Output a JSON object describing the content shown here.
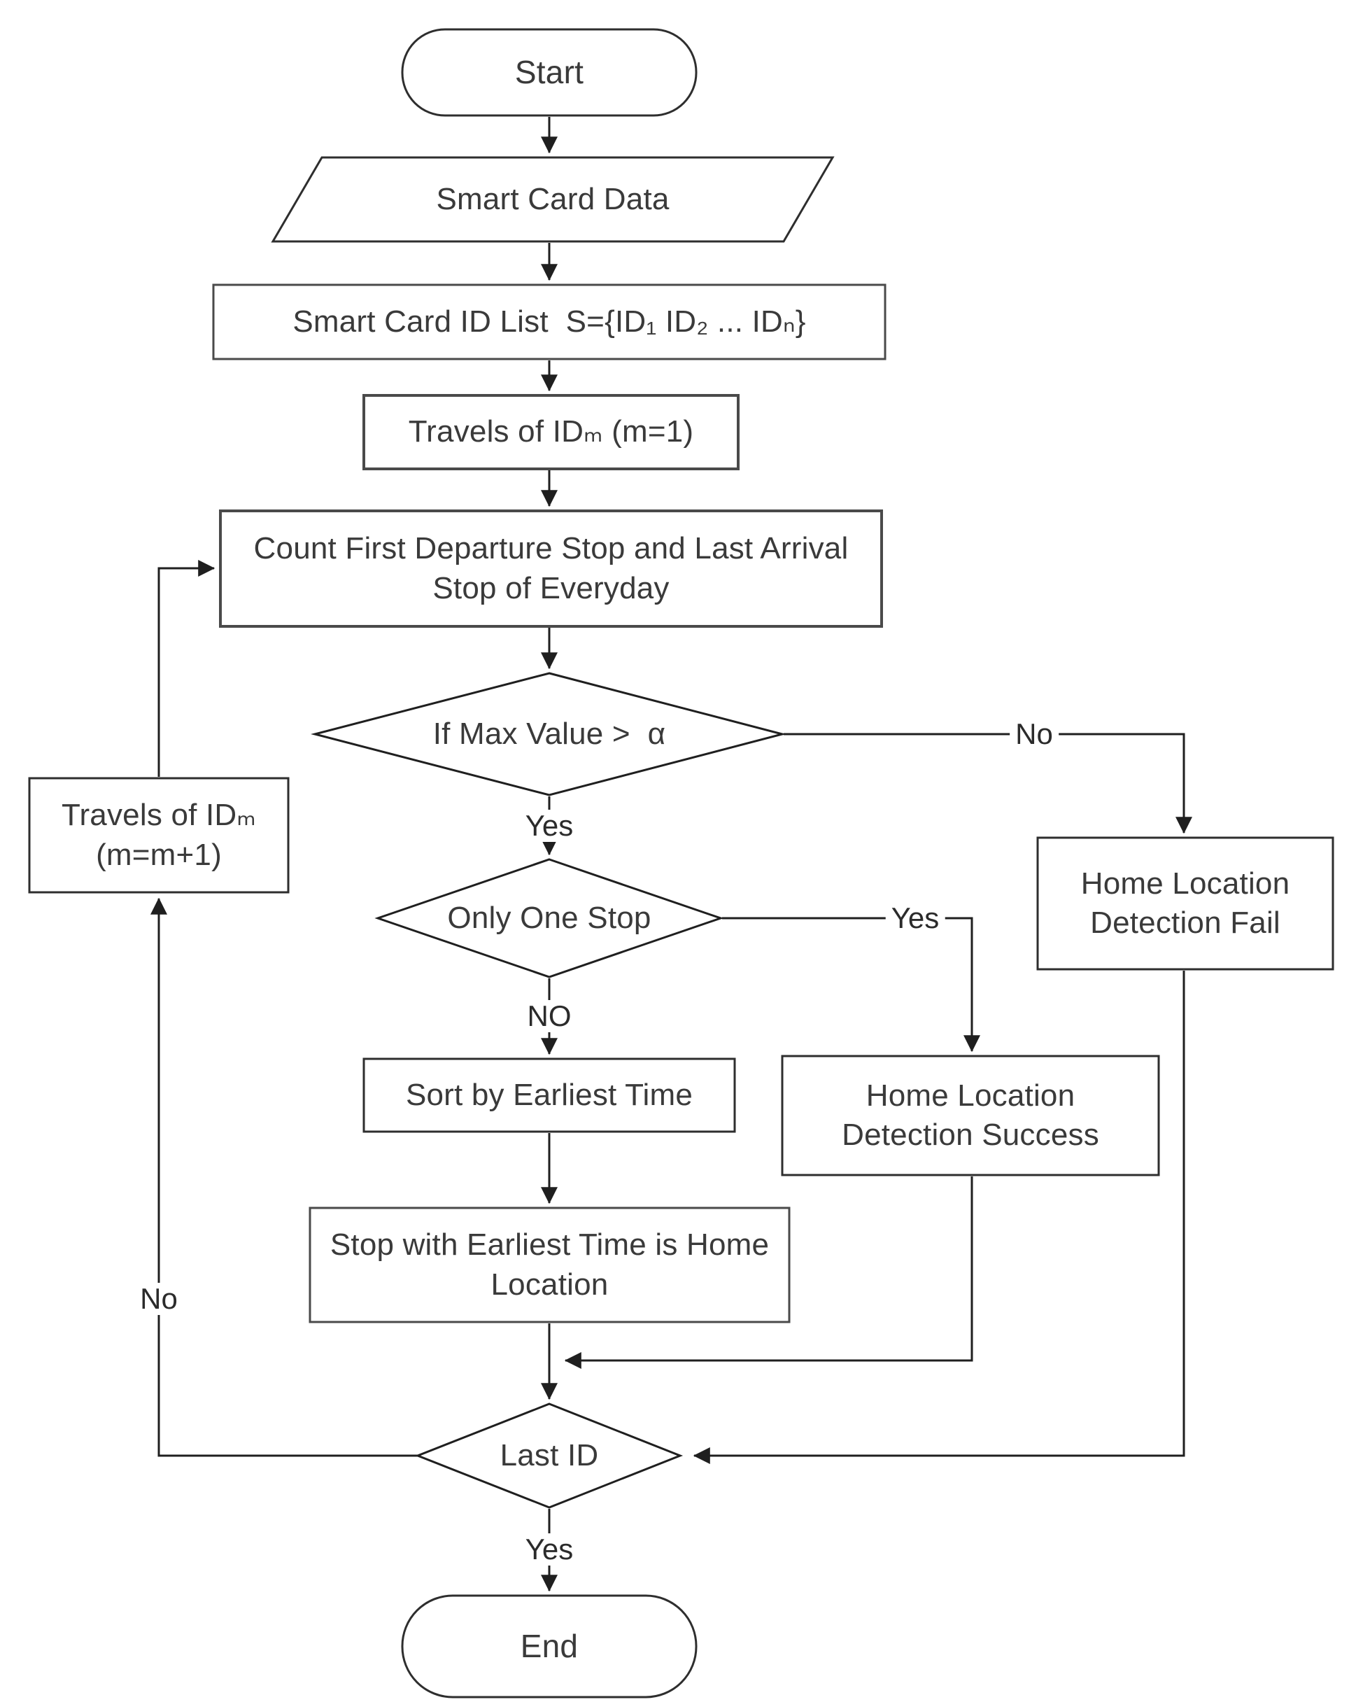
{
  "diagram": {
    "title": "Home location detection flowchart",
    "nodes": {
      "start": "Start",
      "smart_card_data": "Smart Card Data",
      "id_list": "Smart Card ID List  S={ID₁ ID₂ ... IDₙ}",
      "travels_first": "Travels of IDₘ (m=1)",
      "count_stops": "Count First Departure Stop and Last Arrival Stop of Everyday",
      "max_value": "If Max Value >  α",
      "only_one_stop": "Only One Stop",
      "sort_earliest": "Sort by Earliest Time",
      "stop_home": "Stop with Earliest Time is Home Location",
      "detection_fail": "Home Location Detection Fail",
      "detection_success": "Home Location Detection Success",
      "travels_next": "Travels of IDₘ (m=m+1)",
      "last_id": "Last ID",
      "end": "End"
    },
    "edge_labels": {
      "max_value_no": "No",
      "max_value_yes": "Yes",
      "only_one_stop_yes": "Yes",
      "only_one_stop_no": "NO",
      "last_id_yes": "Yes",
      "last_id_no": "No"
    },
    "colors": {
      "background": "#ffffff",
      "line": "#1f1f1f",
      "shape_border": "#3d3d3d",
      "text": "#3a3a3a"
    }
  }
}
